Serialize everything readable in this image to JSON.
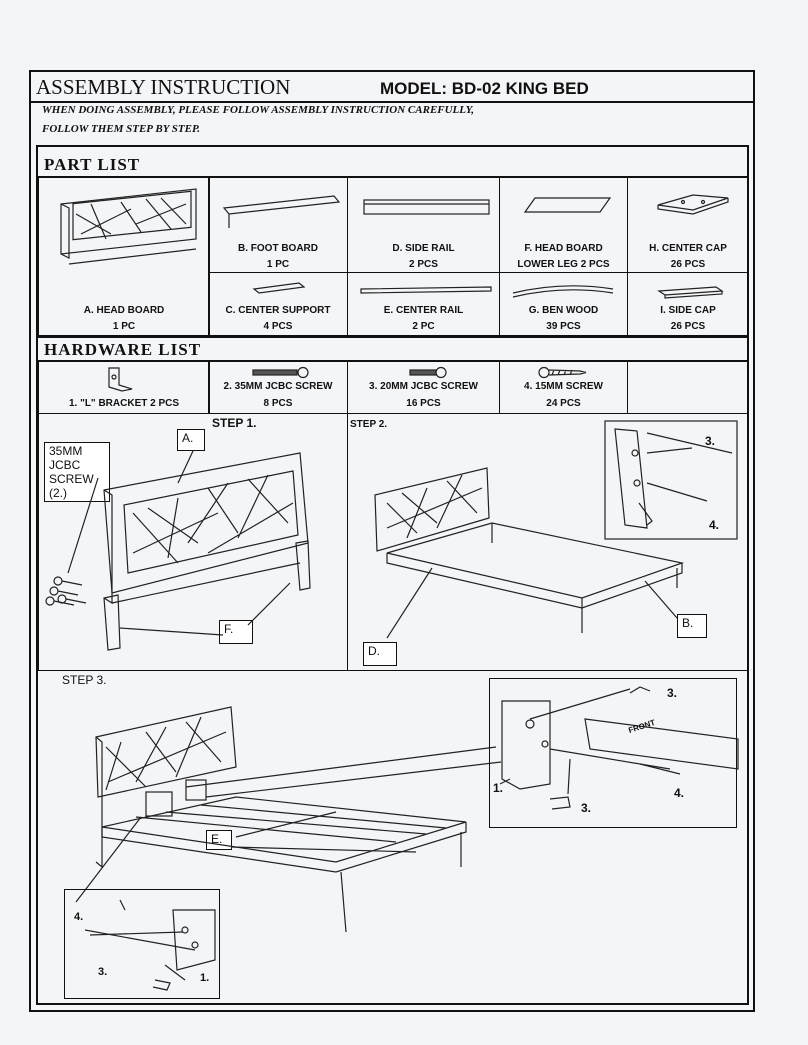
{
  "header": {
    "title": "ASSEMBLY INSTRUCTION",
    "model": "MODEL: BD-02 KING BED",
    "note_line1": "WHEN DOING ASSEMBLY, PLEASE FOLLOW ASSEMBLY INSTRUCTION CAREFULLY,",
    "note_line2": "FOLLOW THEM STEP BY STEP."
  },
  "part_list": {
    "heading": "PART LIST",
    "parts": {
      "a": {
        "name": "A. HEAD BOARD",
        "qty": "1 PC"
      },
      "b": {
        "name": "B. FOOT BOARD",
        "qty": "1 PC"
      },
      "c": {
        "name": "C. CENTER SUPPORT",
        "qty": "4 PCS"
      },
      "d": {
        "name": "D. SIDE RAIL",
        "qty": "2 PCS"
      },
      "e": {
        "name": "E. CENTER RAIL",
        "qty": "2 PC"
      },
      "f": {
        "name": "F. HEAD BOARD",
        "qty": "LOWER LEG  2 PCS"
      },
      "g": {
        "name": "G. BEN WOOD",
        "qty": "39 PCS"
      },
      "h": {
        "name": "H. CENTER CAP",
        "qty": "26 PCS"
      },
      "i": {
        "name": "I. SIDE CAP",
        "qty": "26 PCS"
      }
    }
  },
  "hardware_list": {
    "heading": "HARDWARE LIST",
    "items": {
      "h1": {
        "name": "1. \"L\" BRACKET  2 PCS"
      },
      "h2": {
        "name": "2.  35MM JCBC SCREW",
        "qty": "8 PCS"
      },
      "h3": {
        "name": "3.  20MM JCBC SCREW",
        "qty": "16 PCS"
      },
      "h4": {
        "name": "4. 15MM SCREW",
        "qty": "24 PCS"
      }
    }
  },
  "step1": {
    "title": "STEP 1.",
    "callout_screw": "35MM JCBC SCREW (2.)",
    "label_a": "A.",
    "label_f": "F."
  },
  "step2": {
    "title": "STEP 2.",
    "label_b": "B.",
    "label_d": "D.",
    "n3": "3.",
    "n4": "4."
  },
  "step3": {
    "title": "STEP 3.",
    "label_e": "E.",
    "d1_n3": "3.",
    "d1_n1": "1.",
    "d1_n4": "4.",
    "d1_n3b": "3.",
    "d1_front": "FRONT",
    "d2_n4": "4.",
    "d2_n3": "3.",
    "d2_n1": "1."
  }
}
